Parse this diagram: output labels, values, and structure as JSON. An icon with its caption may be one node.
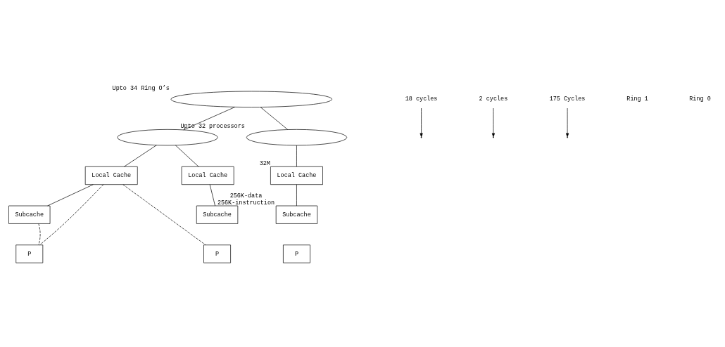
{
  "diagram": {
    "nodes": [
      {
        "text": [],
        "shape": "ellipse",
        "beside": [
          "Upto 34 Ring O’s"
        ]
      },
      {
        "text": [],
        "shape": "ellipse"
      },
      {
        "text": [],
        "shape": "ellipse",
        "beside": [
          "Upto 32 processors"
        ]
      },
      {
        "text": [
          "Local Cache"
        ]
      },
      {
        "text": [
          "Subcache"
        ]
      },
      {
        "text": [
          "P"
        ]
      },
      {
        "text": [
          "Local Cache"
        ]
      },
      {
        "text": [
          "Subcache"
        ]
      },
      {
        "text": [
          "P"
        ]
      },
      {
        "text": [
          "Local Cache"
        ],
        "beside": [
          "32M"
        ]
      },
      {
        "text": [
          "Subcache"
        ],
        "beside": [
          "256K-data",
          "256K-instruction"
        ]
      },
      {
        "text": [
          "P"
        ]
      },
      {
        "text": [
          "18 cycles"
        ]
      },
      {
        "text": [
          "2 cycles"
        ]
      },
      {
        "text": [
          "175 Cycles"
        ]
      }
    ],
    "edges": [
      {
        "from": 0,
        "to": 1,
        "arrow": "none"
      },
      {
        "from": 0,
        "to": 2,
        "arrow": "none"
      },
      {
        "from": 1,
        "to": 3,
        "arrow": "none"
      },
      {
        "from": 1,
        "to": 6,
        "arrow": "none"
      },
      {
        "from": 3,
        "to": 4,
        "arrow": "none"
      },
      {
        "from": 6,
        "to": 7,
        "arrow": "none"
      },
      {
        "from": 2,
        "to": 9,
        "arrow": "none"
      },
      {
        "from": 9,
        "to": 10,
        "arrow": "none"
      },
      {
        "from": 3,
        "to": 5,
        "arrow": "none",
        "style": "dashed"
      },
      {
        "from": 4,
        "to": 5,
        "arrow": "none",
        "style": "dashed"
      },
      {
        "from": 3,
        "to": 8,
        "arrow": "none",
        "style": "dashed"
      },
      {
        "from": 12,
        "to": null,
        "arrow": "to"
      },
      {
        "from": 13,
        "to": null,
        "arrow": "to"
      },
      {
        "from": 14,
        "to": null,
        "arrow": "to"
      }
    ],
    "labels": [
      "Ring 1",
      "Ring 0"
    ]
  }
}
